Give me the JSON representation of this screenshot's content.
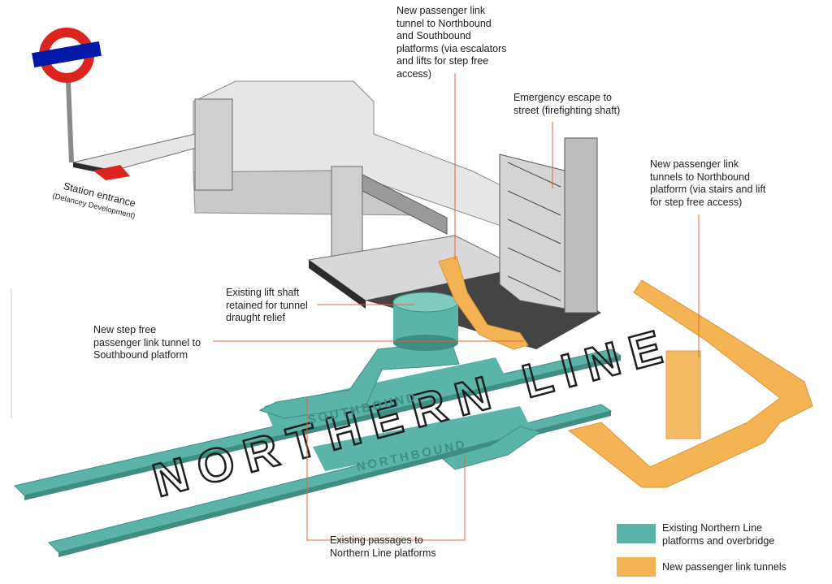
{
  "colors": {
    "existing": "#5ab5a8",
    "existing_dark": "#3f8d83",
    "new_link": "#f4b454",
    "new_link_dark": "#d99532",
    "leader_line": "#e8623a",
    "building_light": "#e6e6e6",
    "building_mid": "#c9c9c9",
    "building_dark": "#2b2b2b",
    "roundel_red": "#dc241f",
    "roundel_bar": "#0019a8"
  },
  "labels": {
    "station_entrance": "Station entrance",
    "station_entrance_sub": "(Delancey Development)",
    "new_link_tunnel_nb_sb": "New passenger link\ntunnel to Northbound\nand Southbound\nplatforms (via escalators\nand lifts for step free\naccess)",
    "emergency_escape": "Emergency escape to\nstreet (firefighting shaft)",
    "new_link_tunnels_nb": "New passenger link\ntunnels to Northbound\nplatform (via stairs and lift\nfor step free access)",
    "existing_lift_shaft": "Existing lift shaft\nretained for tunnel\ndraught relief",
    "new_step_free_tunnel": "New step free\npassenger link tunnel to\nSouthbound platform",
    "existing_passages": "Existing passages to\nNorthern Line platforms"
  },
  "platform_text": {
    "line_name": "NORTHERN LINE",
    "southbound": "SOUTHBOUND",
    "northbound": "NORTHBOUND"
  },
  "legend": [
    {
      "label": "Existing Northern Line\nplatforms and overbridge",
      "color": "#5ab5a8"
    },
    {
      "label": "New passenger link tunnels",
      "color": "#f4b454"
    }
  ]
}
